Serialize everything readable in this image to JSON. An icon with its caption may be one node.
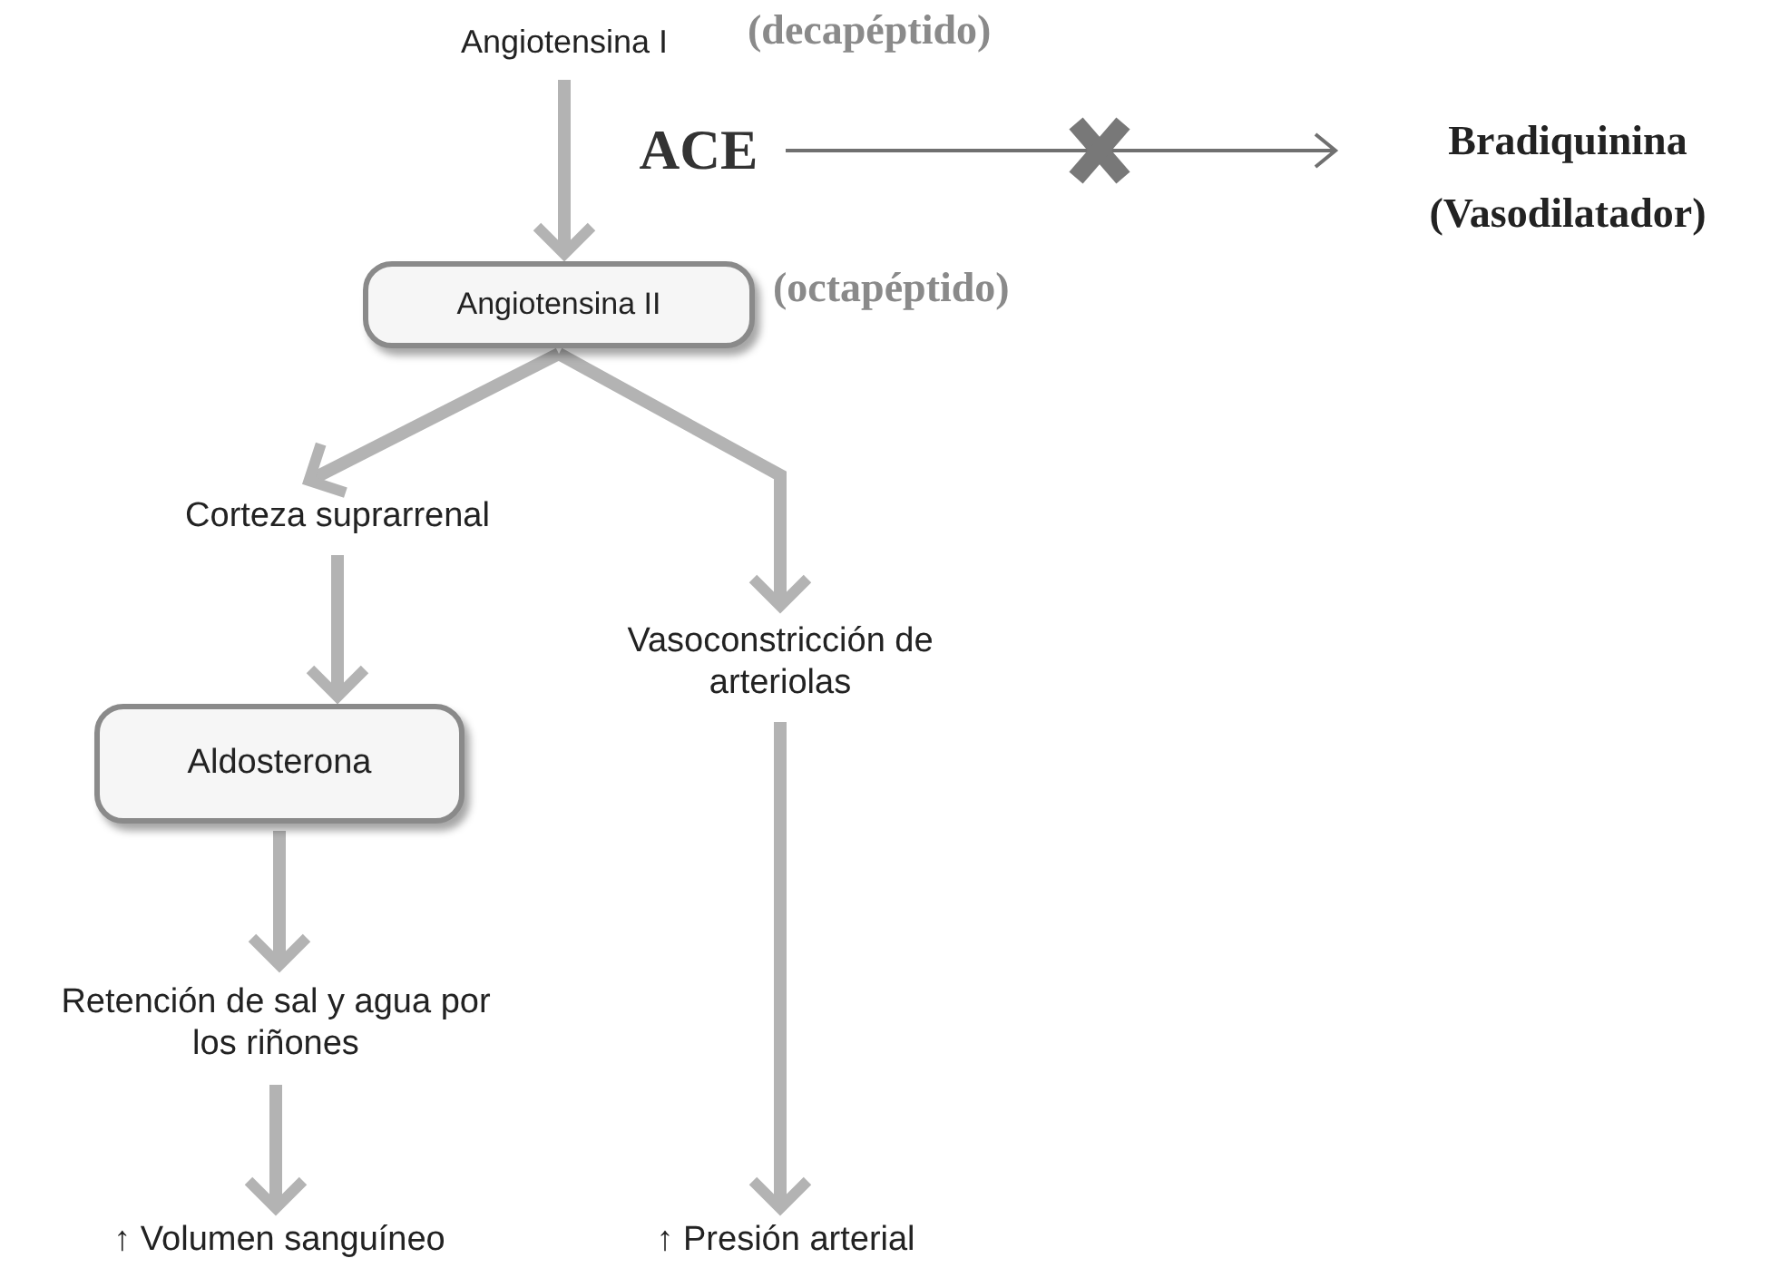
{
  "diagram": {
    "nodes": [
      {
        "text": [
          "Angiotensina I"
        ],
        "beside": [
          "(decapéptido)"
        ]
      },
      {
        "text": [
          "ACE"
        ]
      },
      {
        "text": [
          "Bradiquinina",
          "(Vasodilatador)"
        ]
      },
      {
        "text": [
          "Angiotensina II"
        ],
        "beside": [
          "(octapéptido)"
        ]
      },
      {
        "text": [
          "Corteza suprarrenal"
        ]
      },
      {
        "text": [
          "Vasoconstricción de arteriolas"
        ]
      },
      {
        "text": [
          "Aldosterona"
        ]
      },
      {
        "text": [
          "Retención de sal y agua por los riñones"
        ]
      },
      {
        "text": [
          "↑ Volumen sanguíneo"
        ]
      },
      {
        "text": [
          "↑ Presión arterial"
        ]
      }
    ],
    "edges": [
      {
        "from": 0,
        "to": 3,
        "arrow": "to"
      },
      {
        "from": 1,
        "to": 2,
        "arrow": "to",
        "color": "#707070"
      },
      {
        "from": 3,
        "to": 4,
        "arrow": "to"
      },
      {
        "from": 3,
        "to": 5,
        "arrow": "to"
      },
      {
        "from": 4,
        "to": 6,
        "arrow": "to"
      },
      {
        "from": 6,
        "to": 7,
        "arrow": "to"
      },
      {
        "from": 7,
        "to": 8,
        "arrow": "to"
      },
      {
        "from": 5,
        "to": 9,
        "arrow": "to"
      }
    ]
  }
}
